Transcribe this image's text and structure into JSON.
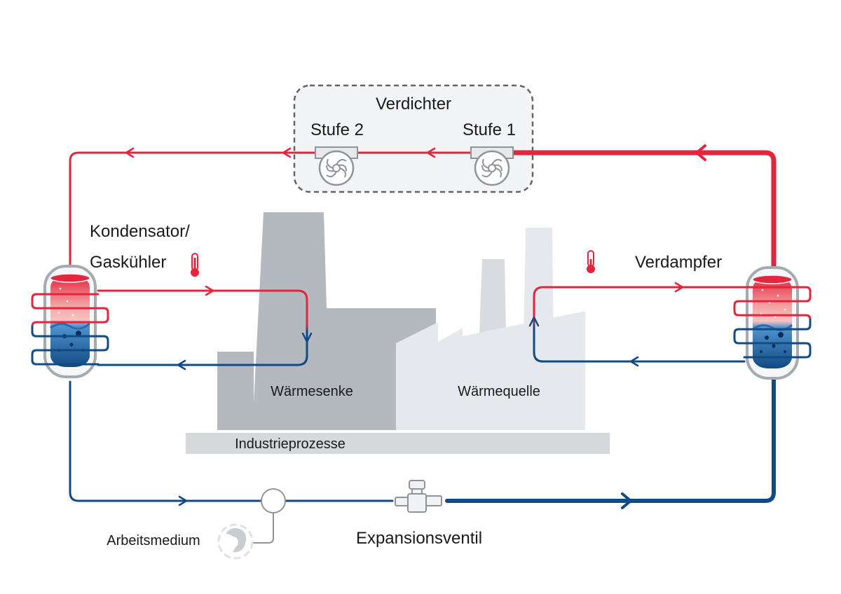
{
  "labels": {
    "compressor_title": "Verdichter",
    "stage2": "Stufe 2",
    "stage1": "Stufe 1",
    "condenser_line1": "Kondensator/",
    "condenser_line2": "Gaskühler",
    "evaporator": "Verdampfer",
    "heat_sink": "Wärmesenke",
    "heat_source": "Wärmequelle",
    "industry": "Industrieprozesse",
    "working_medium": "Arbeitsmedium",
    "expansion_valve": "Expansionsventil"
  },
  "colors": {
    "hot": "#e3263d",
    "cold": "#124a82",
    "factory_dark": "#b4b9bf",
    "factory_light": "#e5e8ec",
    "base": "#d6d9dc",
    "box_border": "#5f656b",
    "box_fill": "#f3f4f5"
  },
  "icons": {
    "compressor": "turbine-fan-icon",
    "thermometer": "thermometer-icon",
    "valve": "expansion-valve-icon",
    "medium": "refrigerant-cylinder-icon"
  }
}
